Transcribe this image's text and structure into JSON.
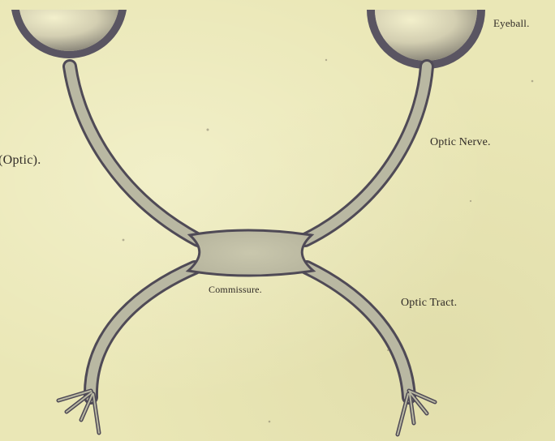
{
  "labels": {
    "eyeball": "Eyeball.",
    "optic_title": "(Optic).",
    "optic_nerve": "Optic Nerve.",
    "commissure": "Commissure.",
    "optic_tract": "Optic Tract."
  }
}
